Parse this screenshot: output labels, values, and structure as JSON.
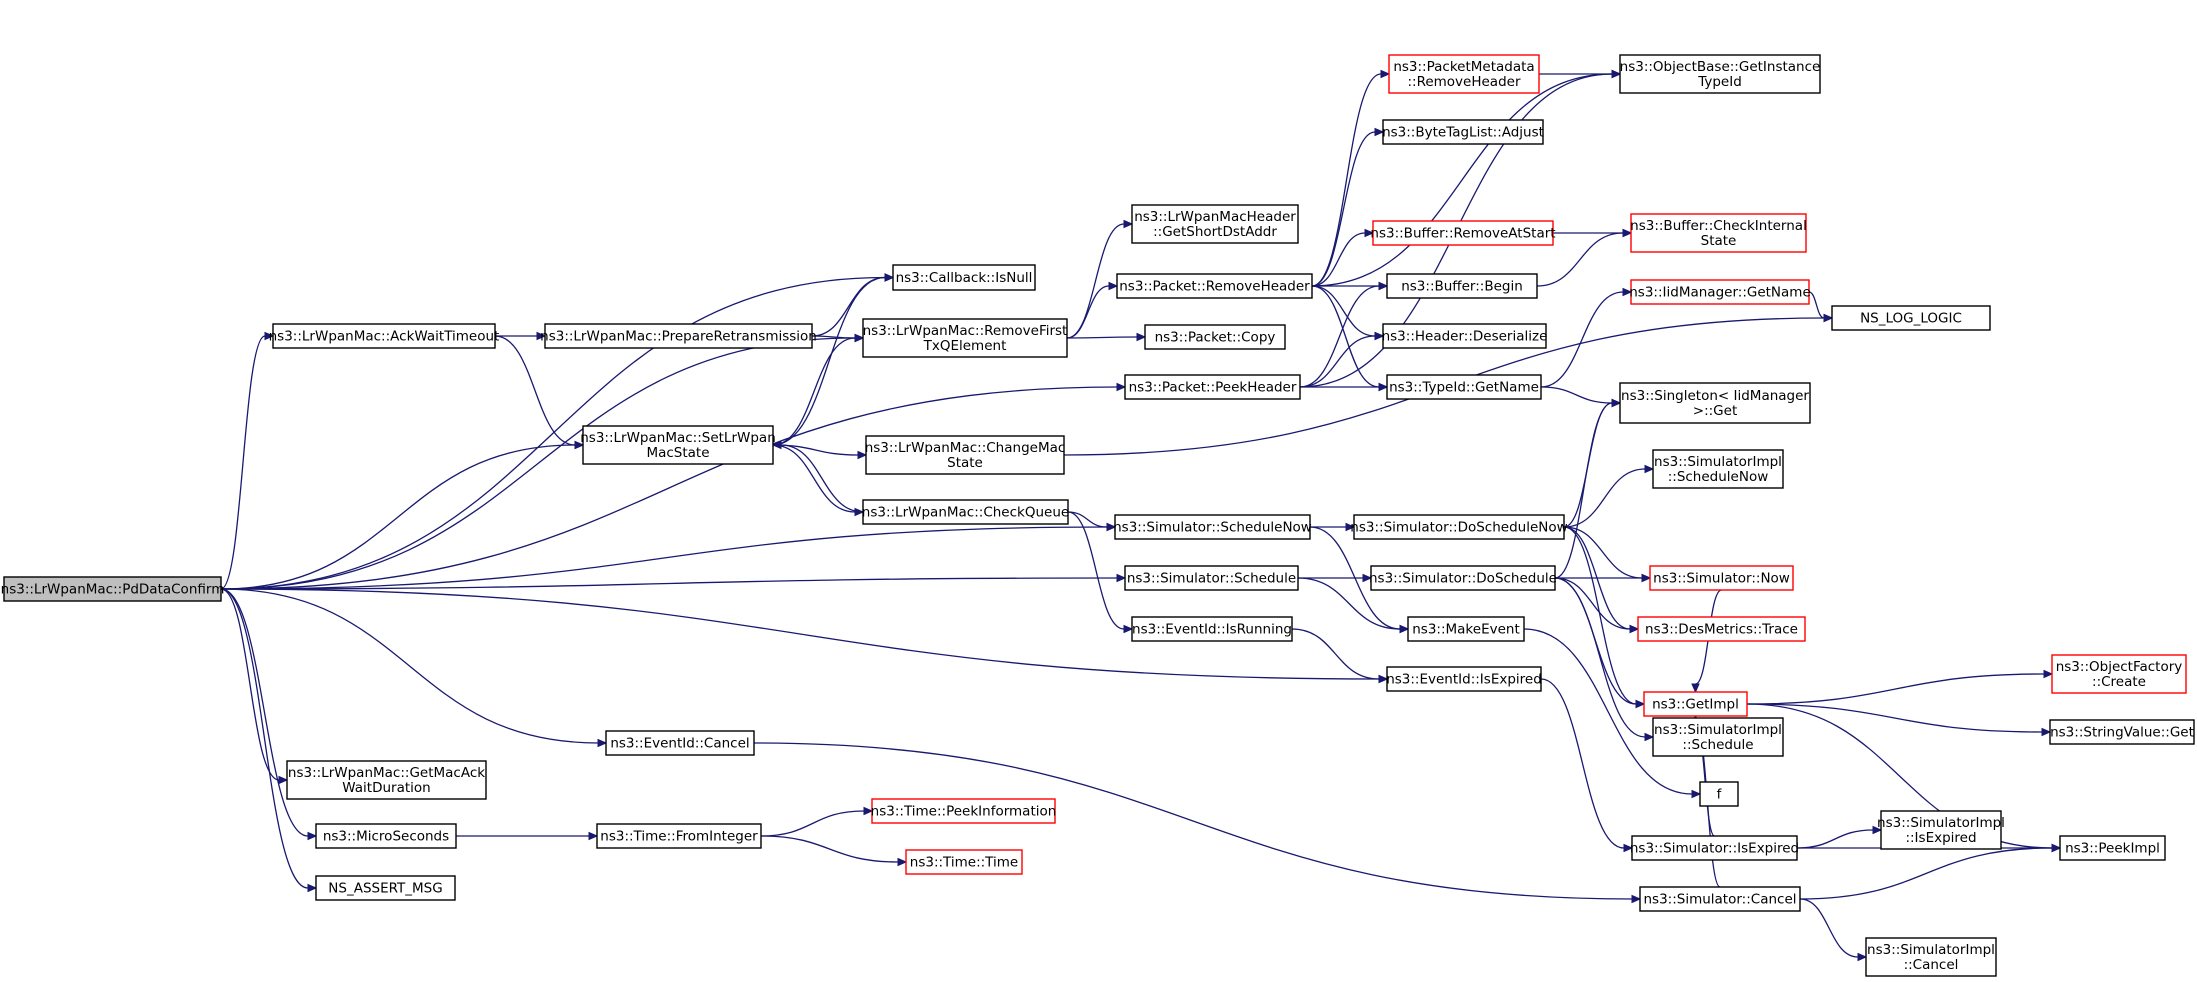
{
  "diagram": {
    "title": "",
    "colors": {
      "edge": "#191970",
      "node_border": "#000000",
      "truncated_border": "#ff0000",
      "root_fill": "#bfbfbf"
    },
    "nodes": [
      {
        "id": "root",
        "lines": [
          "ns3::LrWpanMac::PdDataConfirm"
        ],
        "style": "root"
      },
      {
        "id": "isnull",
        "lines": [
          "ns3::Callback::IsNull"
        ]
      },
      {
        "id": "ackwait",
        "lines": [
          "ns3::LrWpanMac::AckWaitTimeout"
        ]
      },
      {
        "id": "prepretx",
        "lines": [
          "ns3::LrWpanMac::PrepareRetransmission"
        ]
      },
      {
        "id": "removefirst",
        "lines": [
          "ns3::LrWpanMac::RemoveFirst",
          "TxQElement"
        ]
      },
      {
        "id": "setstate",
        "lines": [
          "ns3::LrWpanMac::SetLrWpan",
          "MacState"
        ]
      },
      {
        "id": "changemac",
        "lines": [
          "ns3::LrWpanMac::ChangeMac",
          "State"
        ]
      },
      {
        "id": "checkqueue",
        "lines": [
          "ns3::LrWpanMac::CheckQueue"
        ]
      },
      {
        "id": "getshortdst",
        "lines": [
          "ns3::LrWpanMacHeader",
          "::GetShortDstAddr"
        ]
      },
      {
        "id": "pktremovehdr",
        "lines": [
          "ns3::Packet::RemoveHeader"
        ]
      },
      {
        "id": "pktcopy",
        "lines": [
          "ns3::Packet::Copy"
        ]
      },
      {
        "id": "pktpeek",
        "lines": [
          "ns3::Packet::PeekHeader"
        ]
      },
      {
        "id": "pmremove",
        "lines": [
          "ns3::PacketMetadata",
          "::RemoveHeader"
        ],
        "style": "red"
      },
      {
        "id": "bytetag",
        "lines": [
          "ns3::ByteTagList::Adjust"
        ]
      },
      {
        "id": "bufremove",
        "lines": [
          "ns3::Buffer::RemoveAtStart"
        ],
        "style": "red"
      },
      {
        "id": "bufbegin",
        "lines": [
          "ns3::Buffer::Begin"
        ]
      },
      {
        "id": "hdrdeser",
        "lines": [
          "ns3::Header::Deserialize"
        ]
      },
      {
        "id": "typeidname",
        "lines": [
          "ns3::TypeId::GetName"
        ]
      },
      {
        "id": "objbase",
        "lines": [
          "ns3::ObjectBase::GetInstance",
          "TypeId"
        ]
      },
      {
        "id": "bufcheck",
        "lines": [
          "ns3::Buffer::CheckInternal",
          "State"
        ],
        "style": "red"
      },
      {
        "id": "iidname",
        "lines": [
          "ns3::IidManager::GetName"
        ],
        "style": "red"
      },
      {
        "id": "nslog",
        "lines": [
          "NS_LOG_LOGIC"
        ]
      },
      {
        "id": "singleton",
        "lines": [
          "ns3::Singleton< IidManager",
          ">::Get"
        ]
      },
      {
        "id": "simschednow",
        "lines": [
          "ns3::Simulator::ScheduleNow"
        ]
      },
      {
        "id": "simdoschednow",
        "lines": [
          "ns3::Simulator::DoScheduleNow"
        ]
      },
      {
        "id": "implschednow",
        "lines": [
          "ns3::SimulatorImpl",
          "::ScheduleNow"
        ]
      },
      {
        "id": "simsched",
        "lines": [
          "ns3::Simulator::Schedule"
        ]
      },
      {
        "id": "simdosched",
        "lines": [
          "ns3::Simulator::DoSchedule"
        ]
      },
      {
        "id": "simnow",
        "lines": [
          "ns3::Simulator::Now"
        ],
        "style": "red"
      },
      {
        "id": "destrace",
        "lines": [
          "ns3::DesMetrics::Trace"
        ],
        "style": "red"
      },
      {
        "id": "makeevent",
        "lines": [
          "ns3::MakeEvent"
        ]
      },
      {
        "id": "evrunning",
        "lines": [
          "ns3::EventId::IsRunning"
        ]
      },
      {
        "id": "evexpired",
        "lines": [
          "ns3::EventId::IsExpired"
        ]
      },
      {
        "id": "getimpl",
        "lines": [
          "ns3::GetImpl"
        ],
        "style": "red"
      },
      {
        "id": "objfactory",
        "lines": [
          "ns3::ObjectFactory",
          "::Create"
        ],
        "style": "red"
      },
      {
        "id": "strvalue",
        "lines": [
          "ns3::StringValue::Get"
        ]
      },
      {
        "id": "implsched",
        "lines": [
          "ns3::SimulatorImpl",
          "::Schedule"
        ]
      },
      {
        "id": "f",
        "lines": [
          "f"
        ]
      },
      {
        "id": "getmacack",
        "lines": [
          "ns3::LrWpanMac::GetMacAck",
          "WaitDuration"
        ]
      },
      {
        "id": "evcancel",
        "lines": [
          "ns3::EventId::Cancel"
        ]
      },
      {
        "id": "simisexpired",
        "lines": [
          "ns3::Simulator::IsExpired"
        ]
      },
      {
        "id": "implisexpired",
        "lines": [
          "ns3::SimulatorImpl",
          "::IsExpired"
        ]
      },
      {
        "id": "peekimpl",
        "lines": [
          "ns3::PeekImpl"
        ]
      },
      {
        "id": "microseconds",
        "lines": [
          "ns3::MicroSeconds"
        ]
      },
      {
        "id": "fromint",
        "lines": [
          "ns3::Time::FromInteger"
        ]
      },
      {
        "id": "peekinfo",
        "lines": [
          "ns3::Time::PeekInformation"
        ],
        "style": "red"
      },
      {
        "id": "timetime",
        "lines": [
          "ns3::Time::Time"
        ],
        "style": "red"
      },
      {
        "id": "simcancel",
        "lines": [
          "ns3::Simulator::Cancel"
        ]
      },
      {
        "id": "implcancel",
        "lines": [
          "ns3::SimulatorImpl",
          "::Cancel"
        ]
      },
      {
        "id": "assertmsg",
        "lines": [
          "NS_ASSERT_MSG"
        ]
      }
    ],
    "edges": [
      [
        "root",
        "isnull"
      ],
      [
        "root",
        "ackwait"
      ],
      [
        "root",
        "removefirst"
      ],
      [
        "root",
        "setstate"
      ],
      [
        "root",
        "pktpeek"
      ],
      [
        "root",
        "simschednow"
      ],
      [
        "root",
        "simsched"
      ],
      [
        "root",
        "evexpired"
      ],
      [
        "root",
        "getmacack"
      ],
      [
        "root",
        "evcancel"
      ],
      [
        "root",
        "microseconds"
      ],
      [
        "root",
        "assertmsg"
      ],
      [
        "ackwait",
        "prepretx"
      ],
      [
        "ackwait",
        "setstate"
      ],
      [
        "prepretx",
        "isnull"
      ],
      [
        "prepretx",
        "removefirst"
      ],
      [
        "setstate",
        "isnull"
      ],
      [
        "setstate",
        "removefirst"
      ],
      [
        "setstate",
        "changemac"
      ],
      [
        "setstate",
        "checkqueue"
      ],
      [
        "checkqueue",
        "setstate"
      ],
      [
        "checkqueue",
        "simschednow"
      ],
      [
        "checkqueue",
        "evrunning"
      ],
      [
        "changemac",
        "nslog"
      ],
      [
        "removefirst",
        "getshortdst"
      ],
      [
        "removefirst",
        "pktremovehdr"
      ],
      [
        "removefirst",
        "pktcopy"
      ],
      [
        "pktremovehdr",
        "pmremove"
      ],
      [
        "pktremovehdr",
        "bytetag"
      ],
      [
        "pktremovehdr",
        "bufremove"
      ],
      [
        "pktremovehdr",
        "bufbegin"
      ],
      [
        "pktremovehdr",
        "hdrdeser"
      ],
      [
        "pktremovehdr",
        "typeidname"
      ],
      [
        "pktremovehdr",
        "objbase"
      ],
      [
        "pktpeek",
        "bufbegin"
      ],
      [
        "pktpeek",
        "hdrdeser"
      ],
      [
        "pktpeek",
        "typeidname"
      ],
      [
        "pktpeek",
        "objbase"
      ],
      [
        "pmremove",
        "objbase"
      ],
      [
        "bufremove",
        "bufcheck"
      ],
      [
        "bufbegin",
        "bufcheck"
      ],
      [
        "typeidname",
        "iidname"
      ],
      [
        "typeidname",
        "singleton"
      ],
      [
        "iidname",
        "nslog"
      ],
      [
        "simschednow",
        "simdoschednow"
      ],
      [
        "simschednow",
        "makeevent"
      ],
      [
        "simdoschednow",
        "singleton"
      ],
      [
        "simdoschednow",
        "implschednow"
      ],
      [
        "simdoschednow",
        "simnow"
      ],
      [
        "simdoschednow",
        "destrace"
      ],
      [
        "simdoschednow",
        "getimpl"
      ],
      [
        "simsched",
        "simdosched"
      ],
      [
        "simsched",
        "makeevent"
      ],
      [
        "simdosched",
        "singleton"
      ],
      [
        "simdosched",
        "simnow"
      ],
      [
        "simdosched",
        "destrace"
      ],
      [
        "simdosched",
        "getimpl"
      ],
      [
        "simdosched",
        "implsched"
      ],
      [
        "simnow",
        "getimpl"
      ],
      [
        "makeevent",
        "f"
      ],
      [
        "evrunning",
        "evexpired"
      ],
      [
        "evexpired",
        "simisexpired"
      ],
      [
        "getimpl",
        "objfactory"
      ],
      [
        "getimpl",
        "strvalue"
      ],
      [
        "getimpl",
        "peekimpl"
      ],
      [
        "simisexpired",
        "getimpl"
      ],
      [
        "simisexpired",
        "implisexpired"
      ],
      [
        "simisexpired",
        "peekimpl"
      ],
      [
        "evcancel",
        "simcancel"
      ],
      [
        "simcancel",
        "getimpl"
      ],
      [
        "simcancel",
        "peekimpl"
      ],
      [
        "simcancel",
        "implcancel"
      ],
      [
        "microseconds",
        "fromint"
      ],
      [
        "fromint",
        "peekinfo"
      ],
      [
        "fromint",
        "timetime"
      ]
    ]
  }
}
